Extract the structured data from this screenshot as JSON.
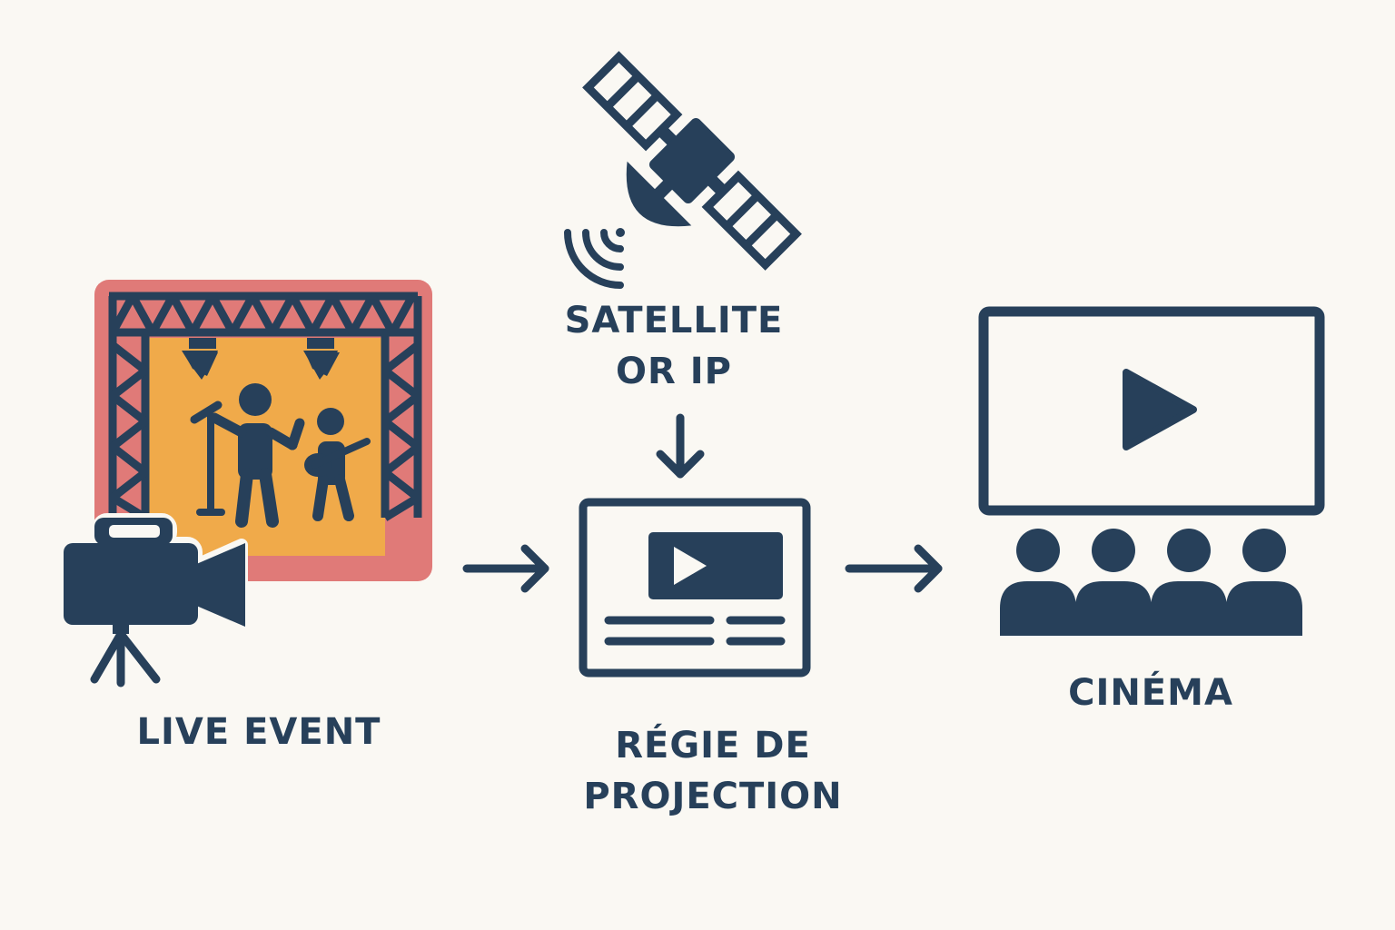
{
  "colors": {
    "background": "#faf8f3",
    "ink": "#27405a",
    "stage_red": "#e07a78",
    "stage_orange": "#f0aa4a"
  },
  "nodes": [
    {
      "id": "live-event",
      "label": "LIVE EVENT",
      "icon": "concert-stage-with-camera-icon"
    },
    {
      "id": "satellite",
      "label_line1": "SATELLITE",
      "label_line2": "OR IP",
      "icon": "satellite-icon"
    },
    {
      "id": "regie",
      "label_line1": "RÉGIE DE",
      "label_line2": "PROJECTION",
      "icon": "video-monitor-icon"
    },
    {
      "id": "cinema",
      "label": "CINÉMA",
      "icon": "cinema-screen-audience-icon"
    }
  ],
  "edges": [
    {
      "from": "live-event",
      "to": "regie",
      "icon": "arrow-right-icon"
    },
    {
      "from": "satellite",
      "to": "regie",
      "icon": "arrow-down-icon"
    },
    {
      "from": "regie",
      "to": "cinema",
      "icon": "arrow-right-icon"
    }
  ]
}
